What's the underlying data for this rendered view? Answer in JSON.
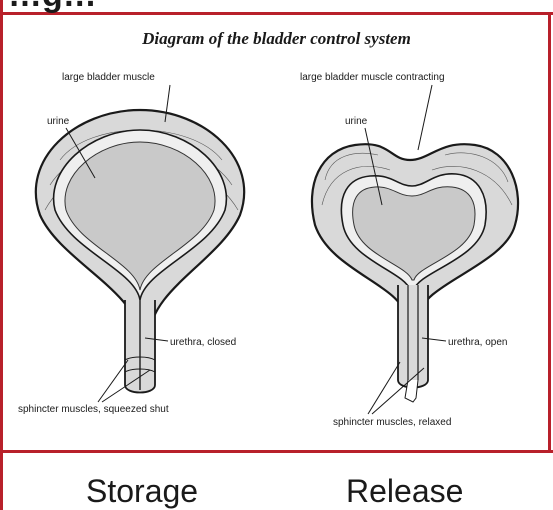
{
  "heading_fragment": "…g…",
  "diagram": {
    "title": "Diagram of the bladder control system",
    "storage": {
      "label_muscle": "large bladder muscle",
      "label_urine": "urine",
      "label_urethra": "urethra, closed",
      "label_sphincter": "sphincter muscles, squeezed shut",
      "caption": "Storage"
    },
    "release": {
      "label_muscle": "large bladder muscle contracting",
      "label_urine": "urine",
      "label_urethra": "urethra, open",
      "label_sphincter": "sphincter muscles, relaxed",
      "caption": "Release"
    }
  },
  "colors": {
    "frame": "#b8202a",
    "muscle_fill": "#d9d9d9",
    "urine_fill": "#c9c9c9",
    "ink": "#1a1a1a"
  }
}
